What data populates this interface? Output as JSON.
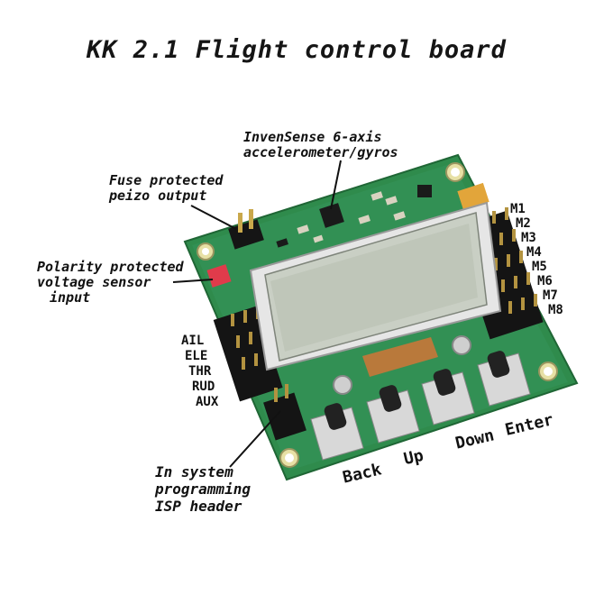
{
  "title": "KK 2.1 Flight control board",
  "annotations": {
    "sensor": [
      "InvenSense 6-axis",
      "accelerometer/gyros"
    ],
    "fuse": [
      "Fuse protected",
      "peizo output"
    ],
    "polarity": [
      "Polarity protected",
      "voltage sensor",
      "input"
    ],
    "isp": [
      "In system",
      "programming",
      "ISP header"
    ]
  },
  "motor_outputs": [
    "M1",
    "M2",
    "M3",
    "M4",
    "M5",
    "M6",
    "M7",
    "M8"
  ],
  "receiver_inputs": [
    "AIL",
    "ELE",
    "THR",
    "RUD",
    "AUX"
  ],
  "buttons": [
    "Back",
    "Up",
    "Down",
    "Enter"
  ],
  "colors": {
    "pcb": "#2f8b4c",
    "lcd": "#c9cfc4",
    "button_base": "#d8d8d8",
    "header_pin": "#1c1c1c"
  }
}
